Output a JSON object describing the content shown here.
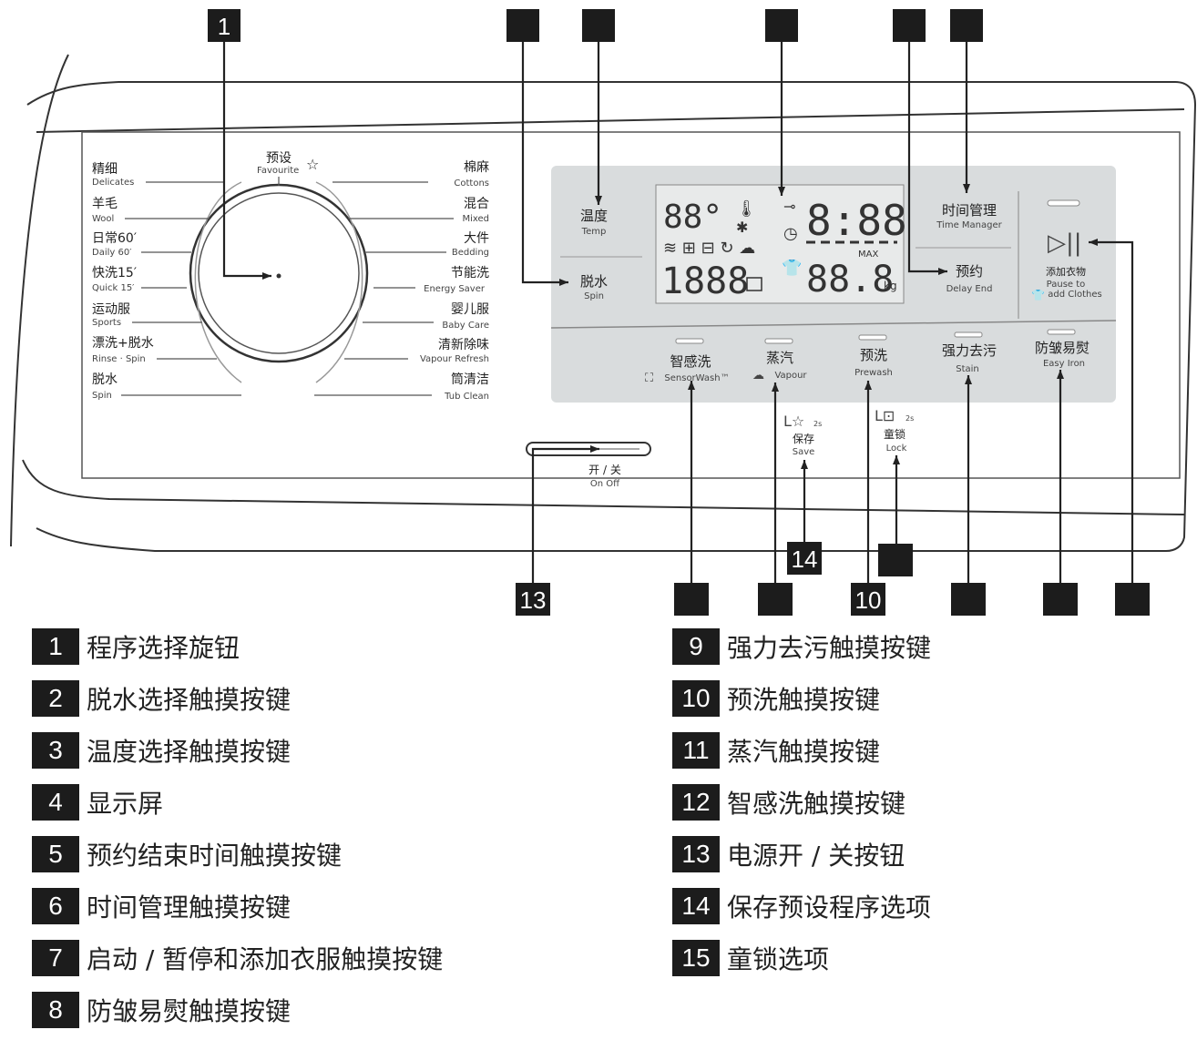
{
  "markers_top": [
    "1",
    "",
    "",
    "",
    "",
    ""
  ],
  "markers_bottom": [
    "13",
    "",
    "",
    "10",
    "",
    "",
    "",
    "14",
    ""
  ],
  "program_left": [
    {
      "zh": "精细",
      "en": "Delicates"
    },
    {
      "zh": "羊毛",
      "en": "Wool"
    },
    {
      "zh": "日常60′",
      "en": "Daily 60′"
    },
    {
      "zh": "快洗15′",
      "en": "Quick 15′"
    },
    {
      "zh": "运动服",
      "en": "Sports"
    },
    {
      "zh": "漂洗+脱水",
      "en": "Rinse · Spin"
    },
    {
      "zh": "脱水",
      "en": "Spin"
    }
  ],
  "program_top": {
    "zh": "预设",
    "en": "Favourite",
    "icon": "star-icon"
  },
  "program_right": [
    {
      "zh": "棉麻",
      "en": "Cottons"
    },
    {
      "zh": "混合",
      "en": "Mixed"
    },
    {
      "zh": "大件",
      "en": "Bedding"
    },
    {
      "zh": "节能洗",
      "en": "Energy Saver"
    },
    {
      "zh": "婴儿服",
      "en": "Baby Care"
    },
    {
      "zh": "清新除味",
      "en": "Vapour Refresh"
    },
    {
      "zh": "筒清洁",
      "en": "Tub Clean"
    }
  ],
  "panel_left": [
    {
      "zh": "温度",
      "en": "Temp"
    },
    {
      "zh": "脱水",
      "en": "Spin"
    }
  ],
  "panel_right": [
    {
      "zh": "时间管理",
      "en": "Time Manager"
    },
    {
      "zh": "预约",
      "en": "Delay End"
    }
  ],
  "start_pause": {
    "zh": "添加衣物",
    "en1": "Pause to",
    "en2": "add Clothes"
  },
  "display": {
    "temp": "88°",
    "time": "8:88",
    "counter": "1888",
    "weight": "88.8",
    "max_label": "MAX",
    "unit_kg": "kg"
  },
  "bottom_buttons": [
    {
      "zh": "智感洗",
      "en": "SensorWash™"
    },
    {
      "zh": "蒸汽",
      "en": "Vapour"
    },
    {
      "zh": "预洗",
      "en": "Prewash"
    },
    {
      "zh": "强力去污",
      "en": "Stain"
    },
    {
      "zh": "防皱易熨",
      "en": "Easy Iron"
    }
  ],
  "save_option": {
    "hold": "2s",
    "zh": "保存",
    "en": "Save"
  },
  "lock_option": {
    "hold": "2s",
    "zh": "童锁",
    "en": "Lock"
  },
  "power": {
    "zh": "开 / 关",
    "en": "On    Off"
  },
  "legend_left": [
    {
      "num": "1",
      "text": "程序选择旋钮"
    },
    {
      "num": "2",
      "text": "脱水选择触摸按键"
    },
    {
      "num": "3",
      "text": "温度选择触摸按键"
    },
    {
      "num": "4",
      "text": "显示屏"
    },
    {
      "num": "5",
      "text": "预约结束时间触摸按键"
    },
    {
      "num": "6",
      "text": "时间管理触摸按键"
    },
    {
      "num": "7",
      "text": "启动 / 暂停和添加衣服触摸按键"
    },
    {
      "num": "8",
      "text": "防皱易熨触摸按键"
    }
  ],
  "legend_right": [
    {
      "num": "9",
      "text": "强力去污触摸按键"
    },
    {
      "num": "10",
      "text": "预洗触摸按键"
    },
    {
      "num": "11",
      "text": "蒸汽触摸按键"
    },
    {
      "num": "12",
      "text": "智感洗触摸按键"
    },
    {
      "num": "13",
      "text": "电源开 / 关按钮"
    },
    {
      "num": "14",
      "text": "保存预设程序选项"
    },
    {
      "num": "15",
      "text": "童锁选项"
    }
  ]
}
